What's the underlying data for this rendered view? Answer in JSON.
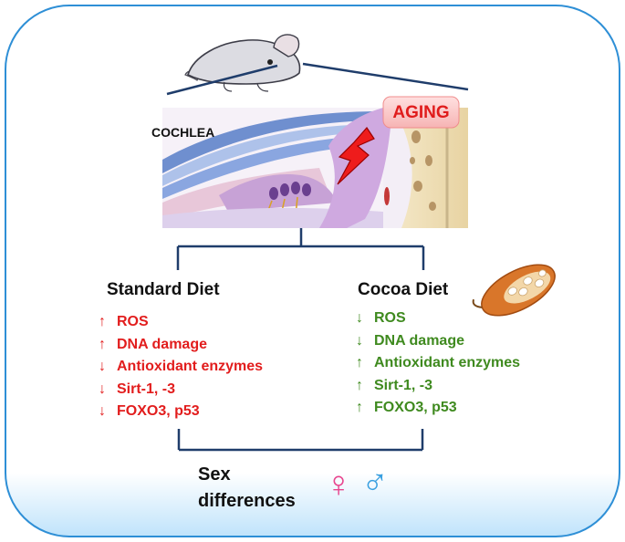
{
  "title": "",
  "cochlea_label": "COCHLEA",
  "aging_label": "AGING",
  "standard": {
    "title": "Standard Diet",
    "items": [
      {
        "arrow": "↑",
        "text": "ROS"
      },
      {
        "arrow": "↑",
        "text": "DNA damage"
      },
      {
        "arrow": "↓",
        "text": "Antioxidant enzymes"
      },
      {
        "arrow": "↓",
        "text": "Sirt-1, -3"
      },
      {
        "arrow": "↓",
        "text": "FOXO3, p53"
      }
    ]
  },
  "cocoa": {
    "title": "Cocoa Diet",
    "items": [
      {
        "arrow": "↓",
        "text": "ROS"
      },
      {
        "arrow": "↓",
        "text": "DNA damage"
      },
      {
        "arrow": "↑",
        "text": "Antioxidant enzymes"
      },
      {
        "arrow": "↑",
        "text": "Sirt-1, -3"
      },
      {
        "arrow": "↑",
        "text": "FOXO3, p53"
      }
    ]
  },
  "sex": {
    "line1": "Sex",
    "line2": "differences",
    "female_symbol": "♀",
    "male_symbol": "♂"
  },
  "colors": {
    "increase_standard": "#e21d1d",
    "decrease_cocoa": "#3f8a1f",
    "frame_border": "#2e8fd6",
    "female": "#e8458e",
    "male": "#3aa0e0"
  },
  "icons": [
    "mouse-icon",
    "cochlea-illustration",
    "lightning-icon",
    "cocoa-pod-icon",
    "female-symbol-icon",
    "male-symbol-icon"
  ]
}
